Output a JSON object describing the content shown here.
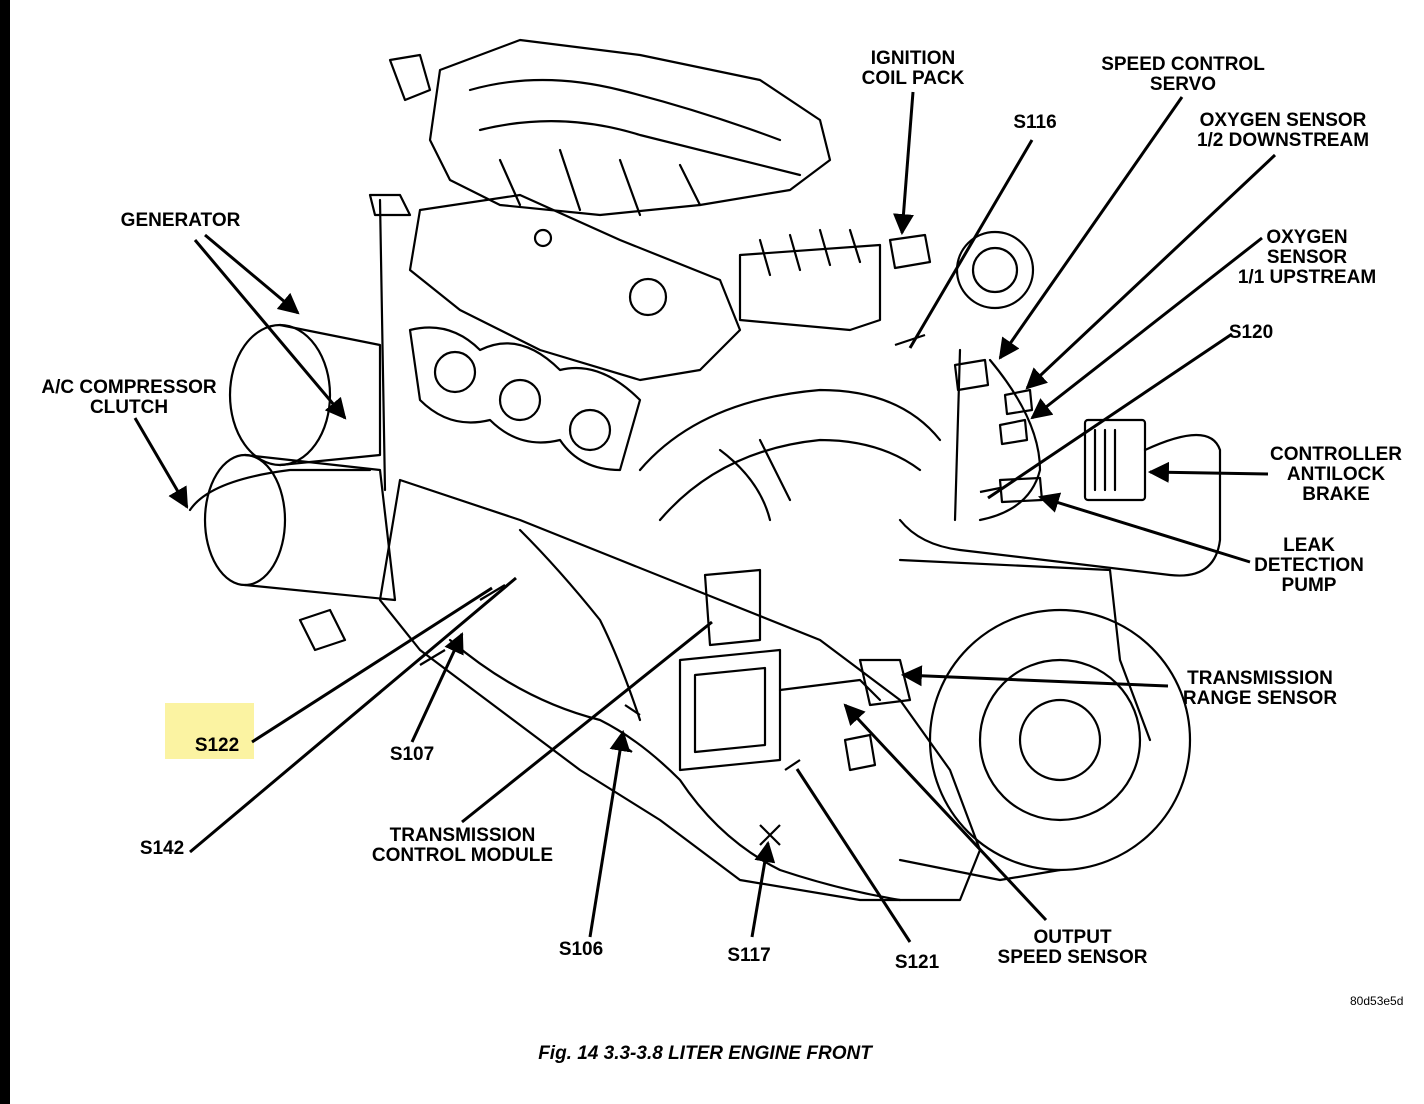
{
  "labels": {
    "ignition_coil_pack": [
      "IGNITION",
      "COIL PACK"
    ],
    "speed_control_servo": [
      "SPEED CONTROL",
      "SERVO"
    ],
    "s116": "S116",
    "oxygen_sensor_downstream": [
      "OXYGEN SENSOR",
      "1/2 DOWNSTREAM"
    ],
    "generator": "GENERATOR",
    "oxygen_sensor_upstream": [
      "OXYGEN",
      "SENSOR",
      "1/1 UPSTREAM"
    ],
    "s120": "S120",
    "ac_compressor_clutch": [
      "A/C COMPRESSOR",
      "CLUTCH"
    ],
    "controller_antilock_brake": [
      "CONTROLLER",
      "ANTILOCK",
      "BRAKE"
    ],
    "leak_detection_pump": [
      "LEAK",
      "DETECTION",
      "PUMP"
    ],
    "transmission_range_sensor": [
      "TRANSMISSION",
      "RANGE SENSOR"
    ],
    "s122": "S122",
    "s107": "S107",
    "s142": "S142",
    "transmission_control_module": [
      "TRANSMISSION",
      "CONTROL MODULE"
    ],
    "s106": "S106",
    "s117": "S117",
    "s121": "S121",
    "output_speed_sensor": [
      "OUTPUT",
      "SPEED SENSOR"
    ]
  },
  "image_code": "80d53e5d",
  "caption": "Fig. 14 3.3-3.8 LITER ENGINE FRONT",
  "highlight_color": "#fbf3a2",
  "line_color": "#000000"
}
